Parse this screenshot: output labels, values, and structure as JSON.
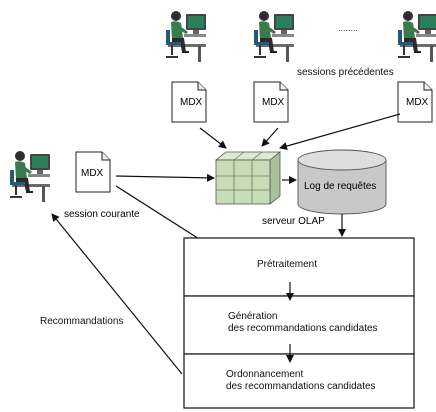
{
  "diagram": {
    "ellipsis": "........",
    "previous_sessions_label": "sessions précédentes",
    "mdx_label": "MDX",
    "current_session_label": "session courante",
    "olap_server_label": "serveur OLAP",
    "query_log_label": "Log de requêtes",
    "recommendations_label": "Recommandations",
    "steps": [
      {
        "line1": "Prétraitement",
        "line2": ""
      },
      {
        "line1": "Génération",
        "line2": "des recommandations candidates"
      },
      {
        "line1": "Ordonnancement",
        "line2": "des recommandations candidates"
      }
    ]
  },
  "colors": {
    "cube": "#c9dcb8",
    "cylinder": "#c8c8c8",
    "person_shirt": "#3a7a4e",
    "monitor_screen": "#2b7f5a"
  }
}
